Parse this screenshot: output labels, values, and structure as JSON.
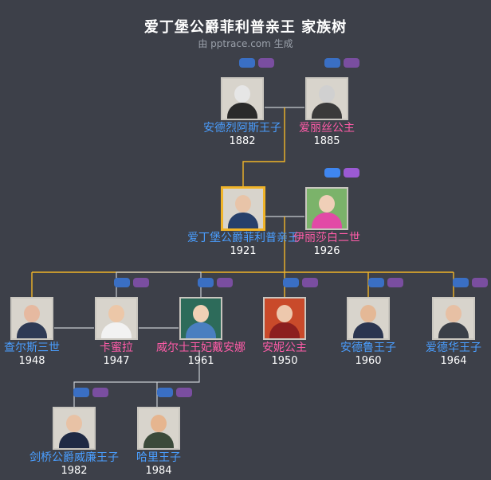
{
  "header": {
    "title": "爱丁堡公爵菲利普亲王 家族树",
    "subtitle": "由 pptrace.com 生成"
  },
  "colors": {
    "line": "#f0b429",
    "connector": "#c8ccd2",
    "male": "#4a9eff",
    "female": "#ff5ca8",
    "background": "#3d4049"
  },
  "people": [
    {
      "id": "andrew-of-greece",
      "name": "安德烈阿斯王子",
      "year": "1882",
      "gender": "male",
      "icon": "person-photo"
    },
    {
      "id": "alice",
      "name": "爱丽丝公主",
      "year": "1885",
      "gender": "female",
      "icon": "person-photo"
    },
    {
      "id": "philip",
      "name": "爱丁堡公爵菲利普亲王",
      "year": "1921",
      "gender": "male",
      "icon": "person-photo",
      "selected": true
    },
    {
      "id": "elizabeth",
      "name": "伊丽莎白二世",
      "year": "1926",
      "gender": "female",
      "icon": "person-photo"
    },
    {
      "id": "charles",
      "name": "查尔斯三世",
      "year": "1948",
      "gender": "male",
      "icon": "person-photo"
    },
    {
      "id": "camilla",
      "name": "卡蜜拉",
      "year": "1947",
      "gender": "female",
      "icon": "person-photo"
    },
    {
      "id": "diana",
      "name": "威尔士王妃戴安娜",
      "year": "1961",
      "gender": "female",
      "icon": "person-photo"
    },
    {
      "id": "anne",
      "name": "安妮公主",
      "year": "1950",
      "gender": "female",
      "icon": "person-photo"
    },
    {
      "id": "andrew",
      "name": "安德鲁王子",
      "year": "1960",
      "gender": "male",
      "icon": "person-photo"
    },
    {
      "id": "edward",
      "name": "爱德华王子",
      "year": "1964",
      "gender": "male",
      "icon": "person-photo"
    },
    {
      "id": "william",
      "name": "剑桥公爵威廉王子",
      "year": "1982",
      "gender": "male",
      "icon": "person-photo"
    },
    {
      "id": "harry",
      "name": "哈里王子",
      "year": "1984",
      "gender": "male",
      "icon": "person-photo"
    }
  ]
}
